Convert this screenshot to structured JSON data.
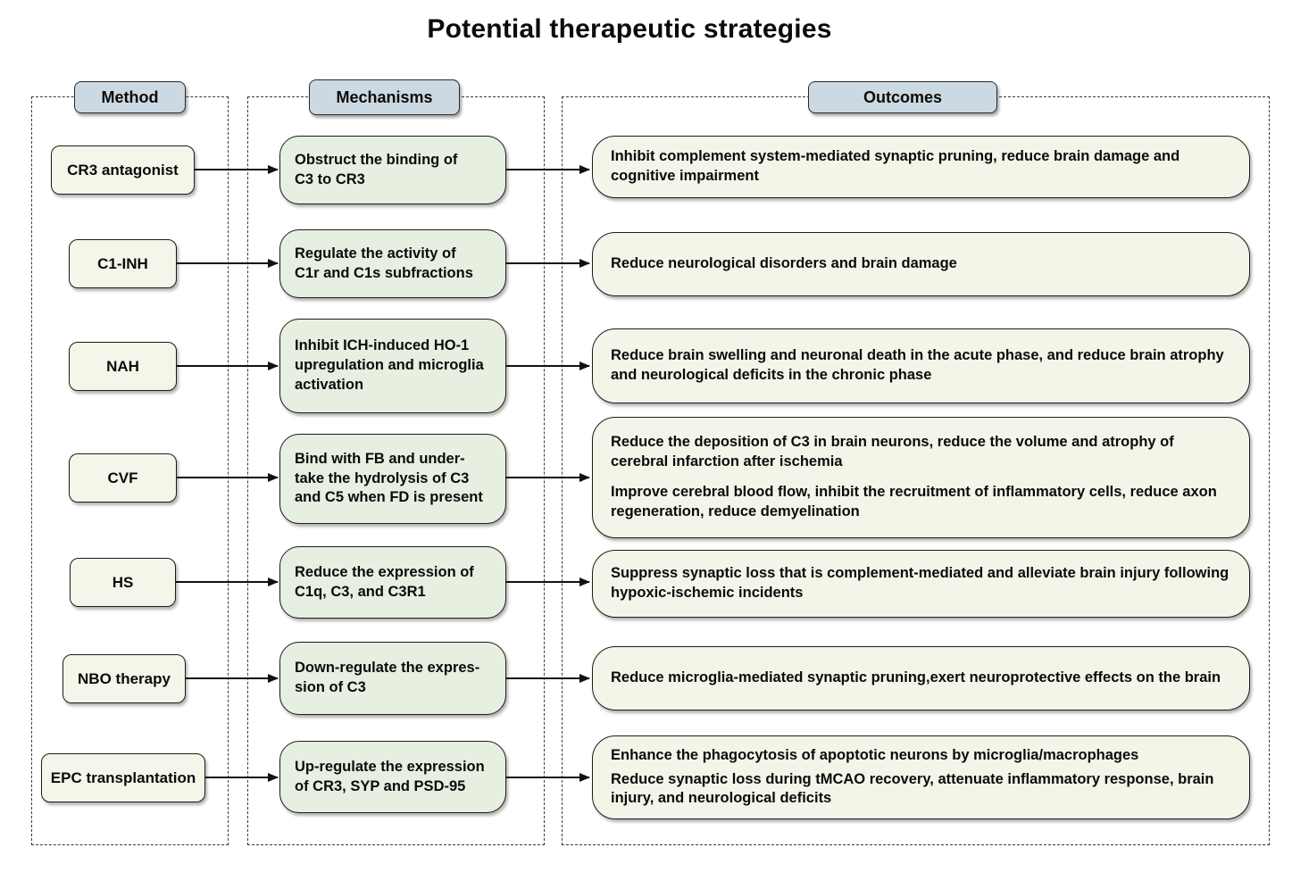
{
  "title": "Potential therapeutic strategies",
  "headers": {
    "method": "Method",
    "mechanisms": "Mechanisms",
    "outcomes": "Outcomes"
  },
  "colors": {
    "header_bg": "#ccd9e2",
    "method_box_bg": "#f5f5ea",
    "mechanism_box_bg": "#e6efe0",
    "outcome_box_bg": "#f4f4e9",
    "box_border": "#1c1c1c"
  },
  "rows": [
    {
      "method": "CR3 antagonist",
      "mechanism": "Obstruct the binding of\nC3 to CR3",
      "outcomes": [
        "Inhibit complement system-mediated synaptic pruning, reduce brain damage and cognitive impairment"
      ]
    },
    {
      "method": "C1-INH",
      "mechanism": "Regulate the activity of\nC1r and C1s subfractions",
      "outcomes": [
        "Reduce neurological disorders and brain damage"
      ]
    },
    {
      "method": "NAH",
      "mechanism": "Inhibit ICH-induced HO-1\nupregulation and microglia\nactivation",
      "outcomes": [
        "Reduce brain swelling and neuronal death in the acute phase, and reduce brain atrophy and neurological deficits in the chronic phase"
      ]
    },
    {
      "method": "CVF",
      "mechanism": "Bind with FB and under-\ntake the hydrolysis of C3\nand C5 when FD is present",
      "outcomes": [
        "Reduce the deposition of C3 in brain neurons, reduce the volume and atrophy of cerebral infarction after ischemia",
        "Improve cerebral blood flow, inhibit the recruitment of inflammatory cells, reduce axon regeneration, reduce demyelination"
      ]
    },
    {
      "method": "HS",
      "mechanism": "Reduce the expression of\nC1q, C3, and C3R1",
      "outcomes": [
        "Suppress synaptic loss that is complement-mediated and alleviate brain injury following hypoxic-ischemic incidents"
      ]
    },
    {
      "method": "NBO therapy",
      "mechanism": "Down-regulate the expres-\nsion of C3",
      "outcomes": [
        "Reduce microglia-mediated synaptic pruning,exert neuroprotective effects on the brain"
      ]
    },
    {
      "method": "EPC  transplantation",
      "mechanism": "Up-regulate the expression\nof CR3, SYP and PSD-95",
      "outcomes": [
        "Enhance the phagocytosis of apoptotic neurons by microglia/macrophages",
        "Reduce synaptic loss during tMCAO recovery, attenuate inflammatory response, brain injury, and neurological deficits"
      ]
    }
  ]
}
